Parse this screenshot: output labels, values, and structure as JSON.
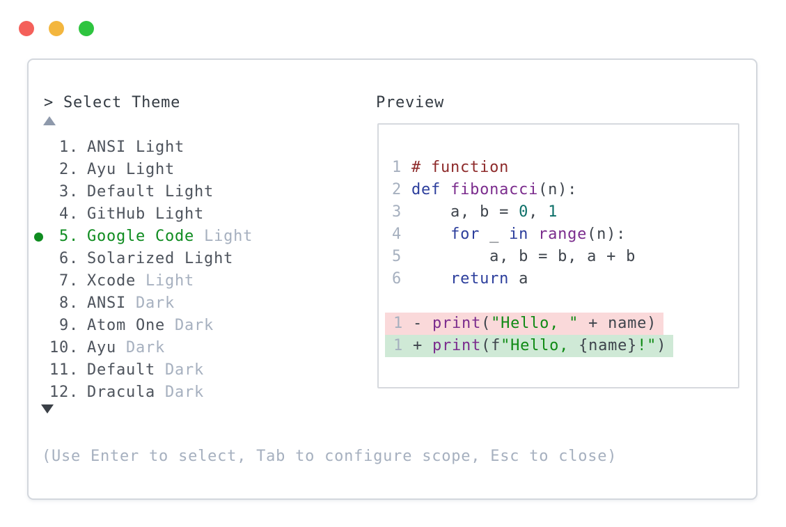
{
  "window": {
    "traffic_lights": [
      {
        "name": "close",
        "color": "#f4605a"
      },
      {
        "name": "minimize",
        "color": "#f3b63e"
      },
      {
        "name": "zoom",
        "color": "#2ec43f"
      }
    ]
  },
  "picker": {
    "prompt": ">",
    "title": "Select Theme",
    "scroll_up_indicator": "up-triangle",
    "scroll_down_indicator": "down-triangle",
    "items": [
      {
        "number": "1.",
        "name": "ANSI Light",
        "suffix": "",
        "selected": false
      },
      {
        "number": "2.",
        "name": "Ayu Light",
        "suffix": "",
        "selected": false
      },
      {
        "number": "3.",
        "name": "Default Light",
        "suffix": "",
        "selected": false
      },
      {
        "number": "4.",
        "name": "GitHub Light",
        "suffix": "",
        "selected": false
      },
      {
        "number": "5.",
        "name": "Google Code",
        "suffix": "Light",
        "selected": true
      },
      {
        "number": "6.",
        "name": "Solarized Light",
        "suffix": "",
        "selected": false
      },
      {
        "number": "7.",
        "name": "Xcode",
        "suffix": "Light",
        "selected": false
      },
      {
        "number": "8.",
        "name": "ANSI",
        "suffix": "Dark",
        "selected": false
      },
      {
        "number": "9.",
        "name": "Atom One",
        "suffix": "Dark",
        "selected": false
      },
      {
        "number": "10.",
        "name": "Ayu",
        "suffix": "Dark",
        "selected": false
      },
      {
        "number": "11.",
        "name": "Default",
        "suffix": "Dark",
        "selected": false
      },
      {
        "number": "12.",
        "name": "Dracula",
        "suffix": "Dark",
        "selected": false
      }
    ],
    "hint": "(Use Enter to select, Tab to configure scope, Esc to close)"
  },
  "preview": {
    "label": "Preview",
    "code_lines": [
      {
        "number": "1",
        "tokens": [
          {
            "t": "# function",
            "c": "comment"
          }
        ]
      },
      {
        "number": "2",
        "tokens": [
          {
            "t": "def",
            "c": "keyword"
          },
          {
            "t": " ",
            "c": "plain"
          },
          {
            "t": "fibonacci",
            "c": "function"
          },
          {
            "t": "(n):",
            "c": "plain"
          }
        ]
      },
      {
        "number": "3",
        "tokens": [
          {
            "t": "    a, b = ",
            "c": "plain"
          },
          {
            "t": "0",
            "c": "literal"
          },
          {
            "t": ", ",
            "c": "plain"
          },
          {
            "t": "1",
            "c": "literal"
          }
        ]
      },
      {
        "number": "4",
        "tokens": [
          {
            "t": "    ",
            "c": "plain"
          },
          {
            "t": "for",
            "c": "keyword"
          },
          {
            "t": " _ ",
            "c": "plain"
          },
          {
            "t": "in",
            "c": "keyword"
          },
          {
            "t": " ",
            "c": "plain"
          },
          {
            "t": "range",
            "c": "function"
          },
          {
            "t": "(n):",
            "c": "plain"
          }
        ]
      },
      {
        "number": "5",
        "tokens": [
          {
            "t": "        a, b = b, a + b",
            "c": "plain"
          }
        ]
      },
      {
        "number": "6",
        "tokens": [
          {
            "t": "    ",
            "c": "plain"
          },
          {
            "t": "return",
            "c": "keyword"
          },
          {
            "t": " a",
            "c": "plain"
          }
        ]
      }
    ],
    "diff_lines": [
      {
        "number": "1",
        "kind": "removed",
        "tokens": [
          {
            "t": "- ",
            "c": "plain"
          },
          {
            "t": "print",
            "c": "function"
          },
          {
            "t": "(",
            "c": "plain"
          },
          {
            "t": "\"Hello, \"",
            "c": "string"
          },
          {
            "t": " + name)",
            "c": "plain"
          }
        ]
      },
      {
        "number": "1",
        "kind": "added",
        "tokens": [
          {
            "t": "+ ",
            "c": "plain"
          },
          {
            "t": "print",
            "c": "function"
          },
          {
            "t": "(f",
            "c": "plain"
          },
          {
            "t": "\"Hello, ",
            "c": "string"
          },
          {
            "t": "{name}",
            "c": "plain"
          },
          {
            "t": "!\"",
            "c": "string"
          },
          {
            "t": ")",
            "c": "plain"
          }
        ]
      }
    ]
  },
  "colors": {
    "tl_red": "#f4605a",
    "tl_yellow": "#f3b63e",
    "tl_green": "#2ec43f",
    "panel_border": "#d3d7dd",
    "preview_border": "#d6d9de",
    "text_strong": "#343b43",
    "text_dark": "#4d535c",
    "text_muted": "#a6b0bf",
    "text_code": "#3e444c",
    "arrow_muted": "#8e99ab",
    "arrow_dark": "#3b4047",
    "selected_green": "#0f8c20",
    "comment_red": "#8e2b2b",
    "keyword_blue": "#2c3e9c",
    "function_purple": "#7b2c8d",
    "literal_teal": "#0c6f68",
    "string_green": "#0f8a14",
    "removed_bg": "#fad9da",
    "added_bg": "#cfe9d6"
  }
}
